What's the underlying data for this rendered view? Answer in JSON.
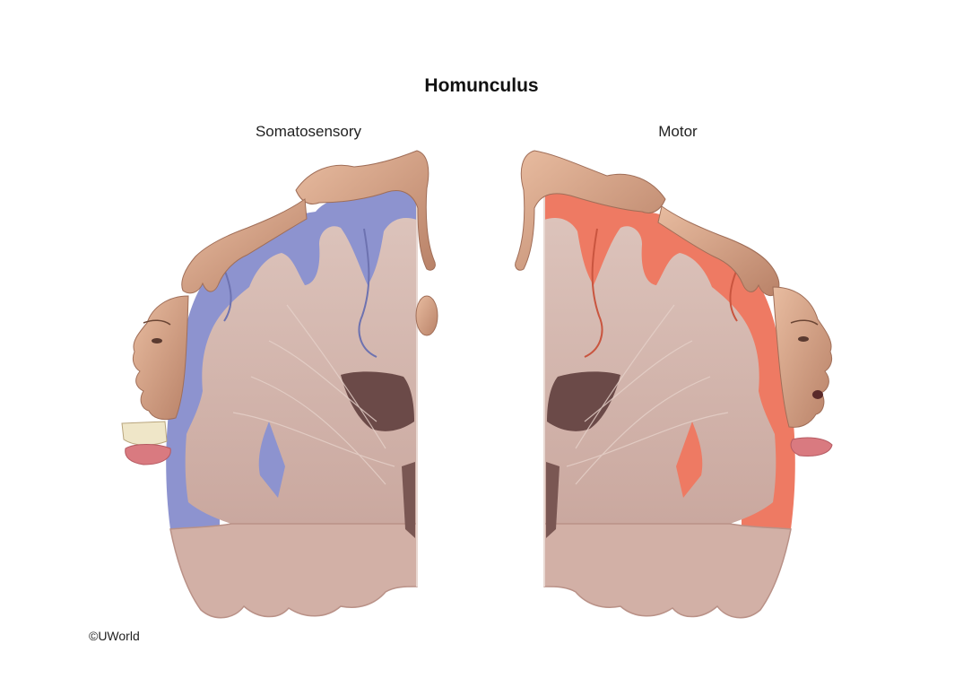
{
  "title": "Homunculus",
  "panels": {
    "left_label": "Somatosensory",
    "right_label": "Motor"
  },
  "colors": {
    "somatosensory_cortex": "#8d93cf",
    "motor_cortex": "#ee7a63",
    "brain_tissue": "#d7bcb4",
    "ventricle": "#6b4a48",
    "skin": "#d9a386"
  },
  "copyright": "©UWorld"
}
